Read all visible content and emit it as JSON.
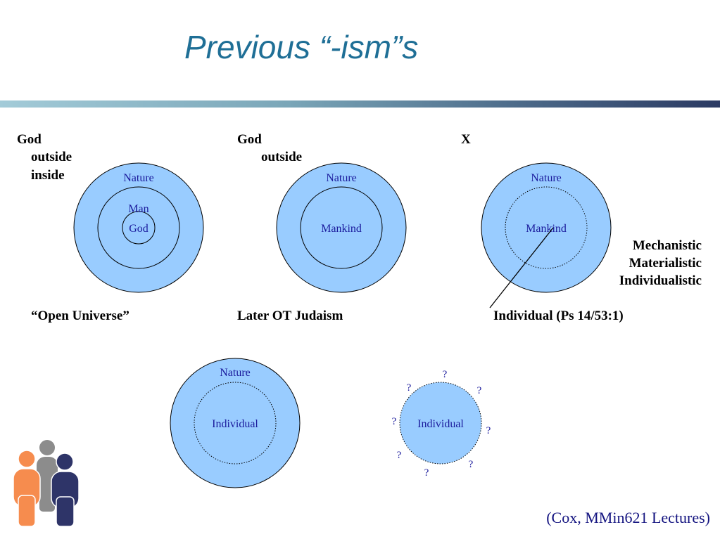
{
  "slide": {
    "title": "Previous “-ism”s",
    "citation": "(Cox, MMin621 Lectures)"
  },
  "columns": {
    "col1": {
      "heading": "God",
      "sub1": "outside",
      "sub2": "inside",
      "caption": "“Open Universe”"
    },
    "col2": {
      "heading": "God",
      "sub1": "outside",
      "caption": "Later OT Judaism"
    },
    "col3": {
      "heading": "X",
      "caption": "Individual (Ps 14/53:1)",
      "side_list": [
        "Mechanistic",
        "Materialistic",
        "Individualistic"
      ]
    }
  },
  "diagrams": {
    "d1": {
      "outer": "Nature",
      "middle": "Man",
      "inner": "God"
    },
    "d2": {
      "outer": "Nature",
      "inner": "Mankind"
    },
    "d3": {
      "outer": "Nature",
      "inner": "Mankind"
    },
    "d4": {
      "outer": "Nature",
      "inner": "Individual"
    },
    "d5": {
      "center": "Individual",
      "marks": [
        "?",
        "?",
        "?",
        "?",
        "?",
        "?",
        "?",
        "?"
      ]
    }
  },
  "colors": {
    "title": "#1f6f96",
    "circle_fill": "#99ccff",
    "diagram_text": "#1a1a9c",
    "people_orange": "#f68c4e",
    "people_gray": "#8c8c8c",
    "people_navy": "#2e3468"
  },
  "logo": {
    "icon": "people-group-icon"
  }
}
